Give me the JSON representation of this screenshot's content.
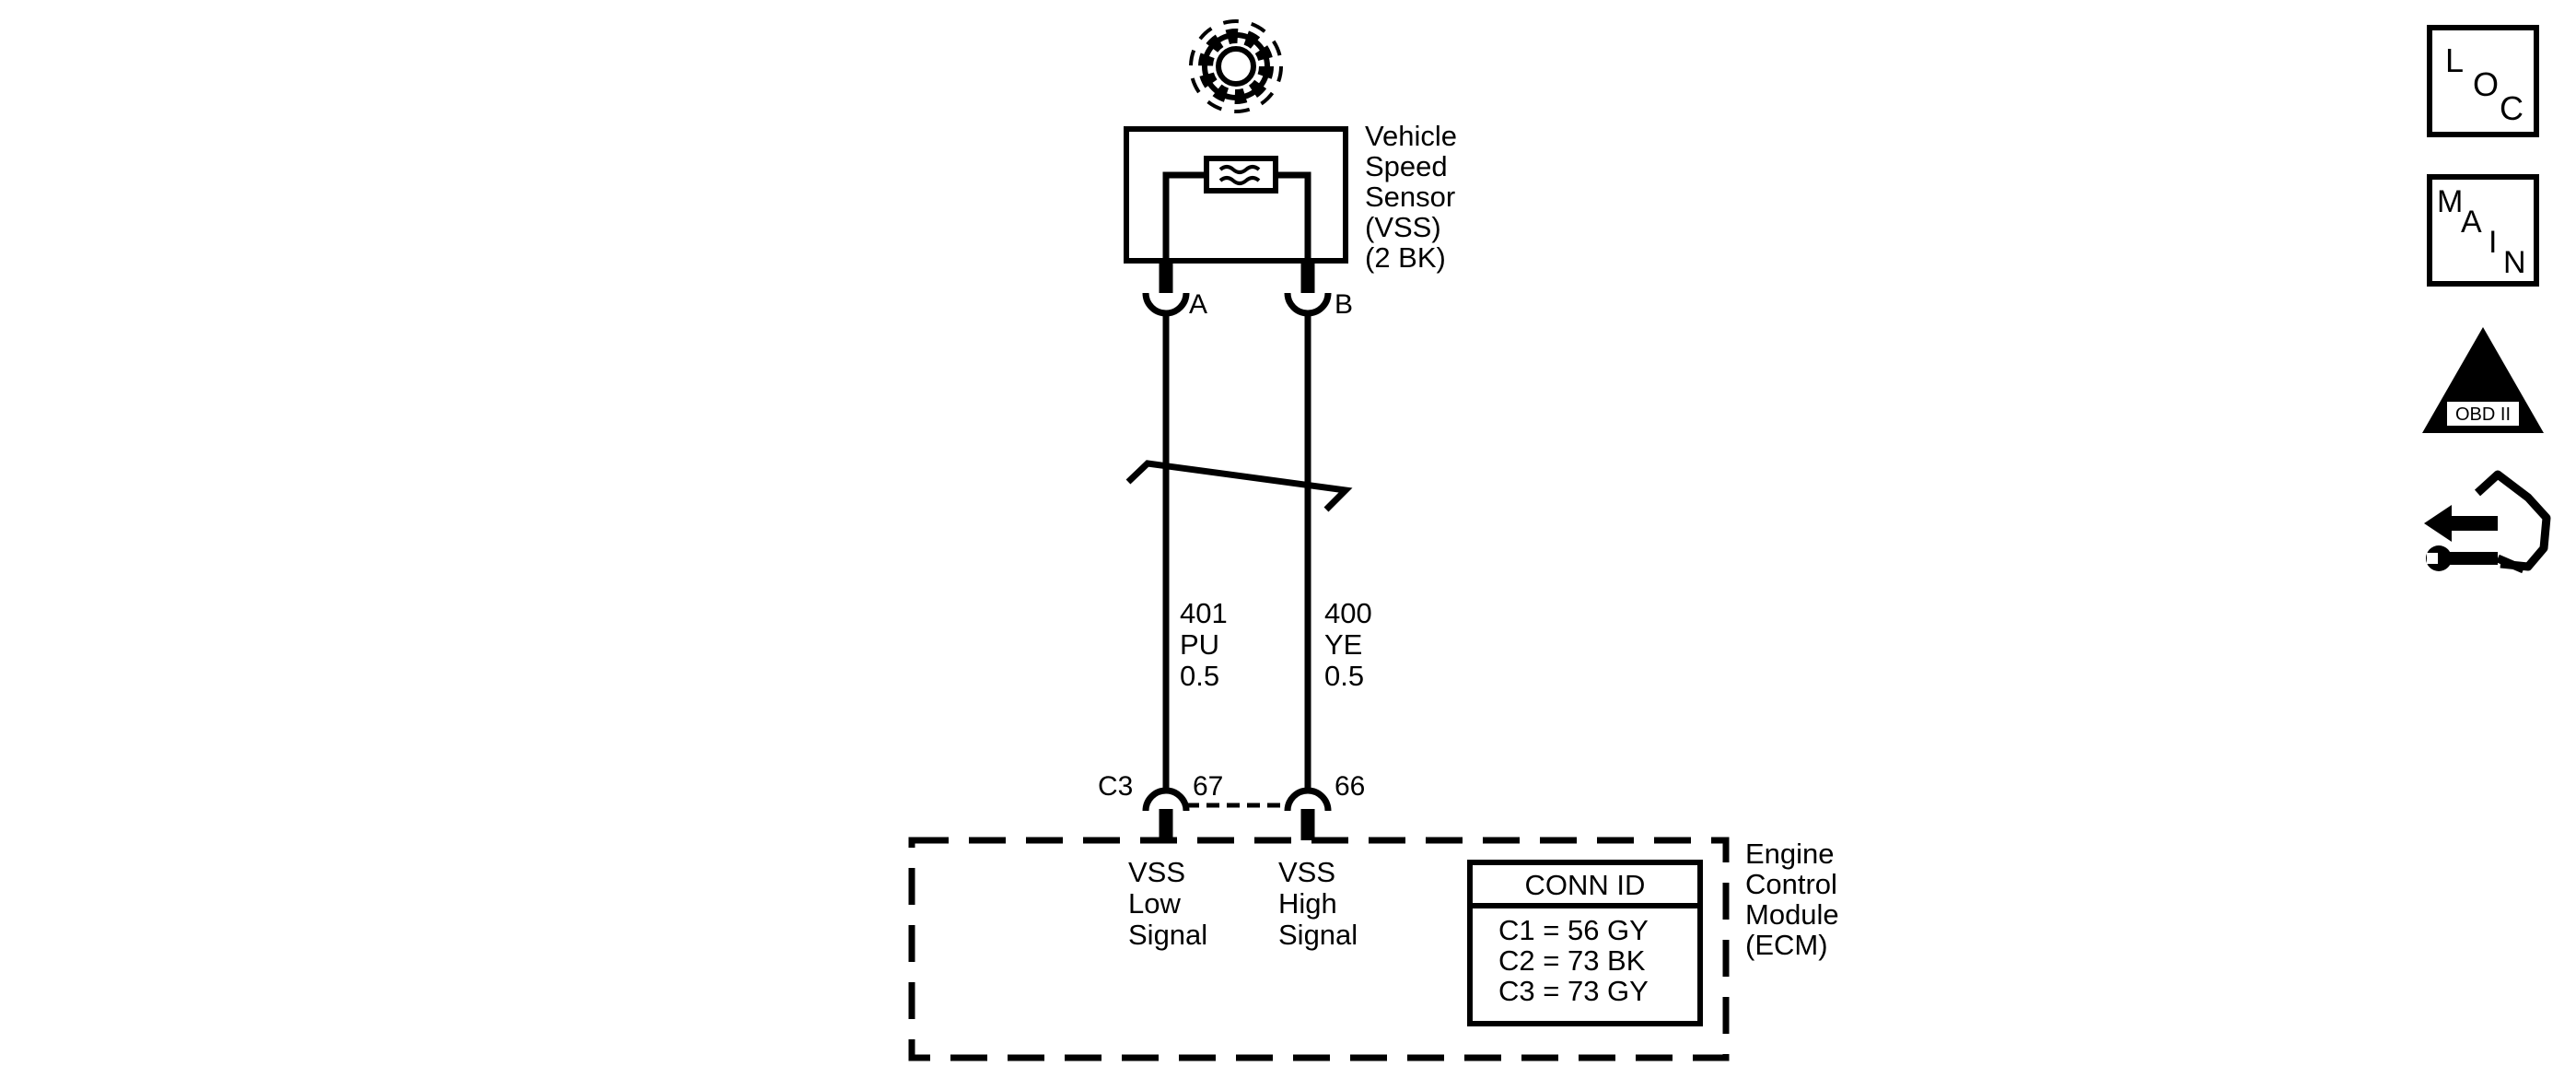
{
  "sensor": {
    "name_lines": [
      "Vehicle",
      "Speed",
      "Sensor",
      "(VSS)",
      "(2 BK)"
    ],
    "pin_a": "A",
    "pin_b": "B"
  },
  "wires": {
    "left": {
      "circuit": "401",
      "color": "PU",
      "gauge": "0.5"
    },
    "right": {
      "circuit": "400",
      "color": "YE",
      "gauge": "0.5"
    }
  },
  "ecm": {
    "connector_label": "C3",
    "pin_left": "67",
    "pin_right": "66",
    "low_signal_lines": [
      "VSS",
      "Low",
      "Signal"
    ],
    "high_signal_lines": [
      "VSS",
      "High",
      "Signal"
    ],
    "name_lines": [
      "Engine",
      "Control",
      "Module",
      "(ECM)"
    ],
    "conn_id": {
      "title": "CONN ID",
      "rows": [
        "C1 = 56 GY",
        "C2 = 73 BK",
        "C3 = 73 GY"
      ]
    }
  },
  "side_icons": {
    "loc": {
      "letters": [
        "L",
        "O",
        "C"
      ]
    },
    "main": {
      "letters": [
        "M",
        "A",
        "I",
        "N"
      ]
    },
    "obd": {
      "roman": "II",
      "caption": "OBD II"
    },
    "service": {
      "icon": "wrench-hand-arrow-icon"
    }
  },
  "colors": {
    "ink": "#000000",
    "background": "#ffffff"
  }
}
